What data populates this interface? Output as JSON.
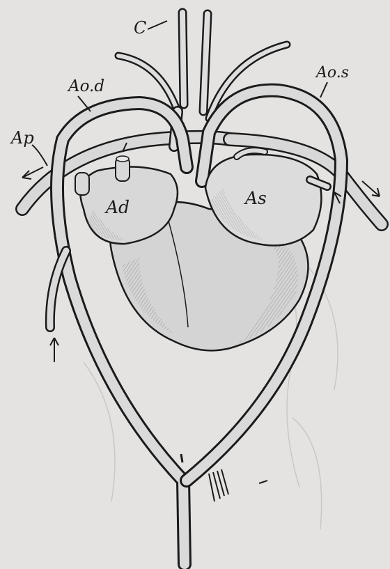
{
  "figure": {
    "labels": {
      "carotid": "C",
      "right_aortic_arch": "Ao.d",
      "left_aortic_arch": "Ao.s",
      "pulmonary_artery": "Ap",
      "right_atrium": "Ad",
      "left_atrium": "As"
    }
  },
  "colors": {
    "paper": "#e4e3e1",
    "ink": "#1b1b1b",
    "vessel_fill": "#dcdcdc",
    "heart_fill": "#d4d4d4"
  }
}
